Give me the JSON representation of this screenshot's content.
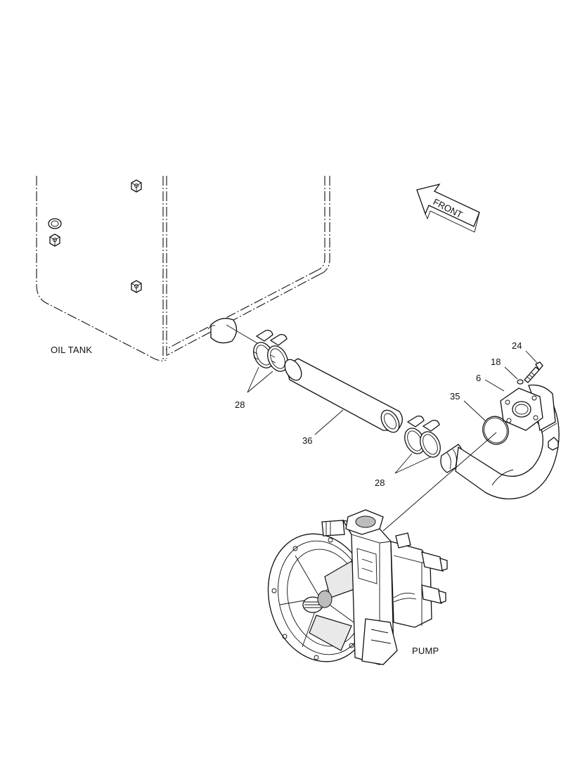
{
  "labels": {
    "oil_tank": "OIL TANK",
    "pump": "PUMP",
    "front": "FRONT"
  },
  "callouts": [
    {
      "id": "clamp-upper",
      "text": "28"
    },
    {
      "id": "hose",
      "text": "36"
    },
    {
      "id": "clamp-lower",
      "text": "28"
    },
    {
      "id": "o-ring",
      "text": "35"
    },
    {
      "id": "flange",
      "text": "6"
    },
    {
      "id": "washer",
      "text": "18"
    },
    {
      "id": "bolt",
      "text": "24"
    }
  ],
  "colors": {
    "line": "#111111",
    "background": "#ffffff"
  }
}
